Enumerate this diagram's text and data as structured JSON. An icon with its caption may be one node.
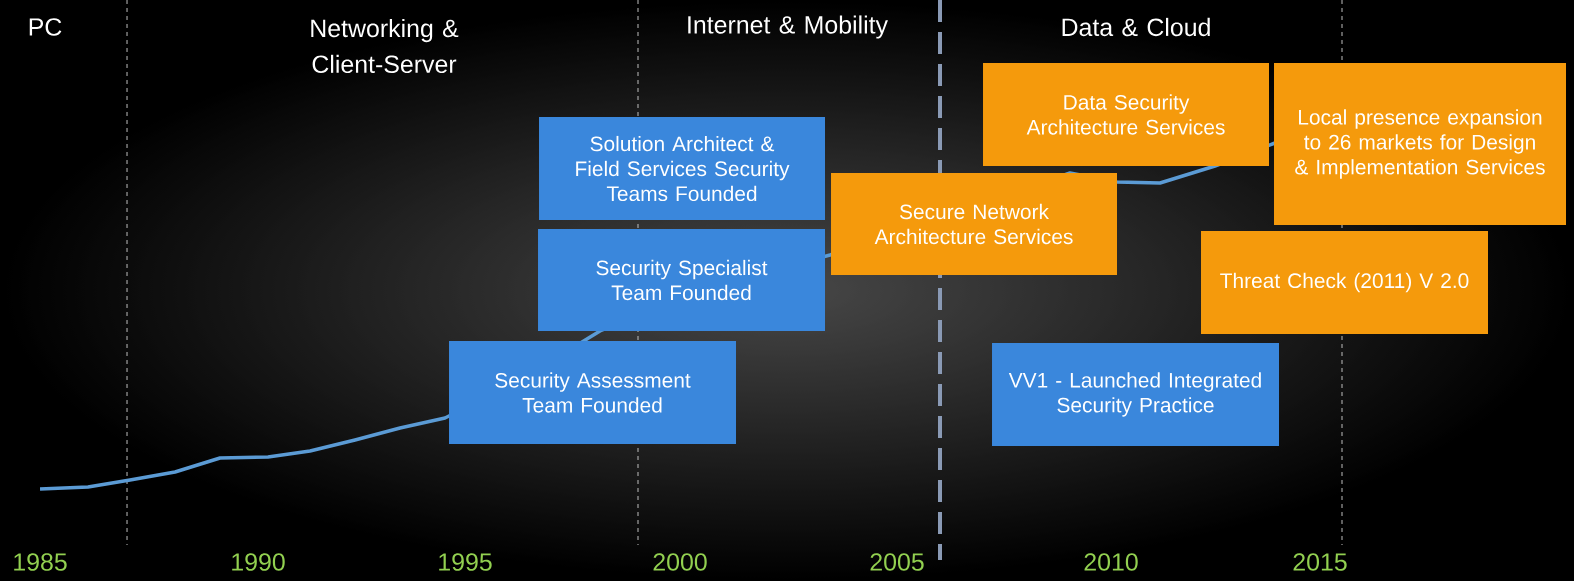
{
  "diagram": {
    "nodes": [
      {
        "text": [
          "Data Security Architecture Services"
        ]
      },
      {
        "text": [
          "Local presence expansion to 26 markets for  Design & Implementation Services"
        ]
      },
      {
        "text": [
          "Solution Architect & Field Services Security Teams Founded"
        ]
      },
      {
        "text": [
          "Secure Network Architecture Services"
        ]
      },
      {
        "text": [
          "Security Specialist Team Founded"
        ]
      },
      {
        "text": [
          "Threat Check (2011) V 2.0"
        ]
      },
      {
        "text": [
          "Security Assessment Team Founded"
        ]
      },
      {
        "text": [
          "VV1 - Launched Integrated Security Practice"
        ]
      }
    ],
    "edges": [],
    "labels": [
      "PC",
      "Networking & Client-Server",
      "Internet & Mobility",
      "Data & Cloud",
      "1985",
      "1990",
      "1995",
      "2000",
      "2005",
      "2010",
      "2015"
    ]
  }
}
